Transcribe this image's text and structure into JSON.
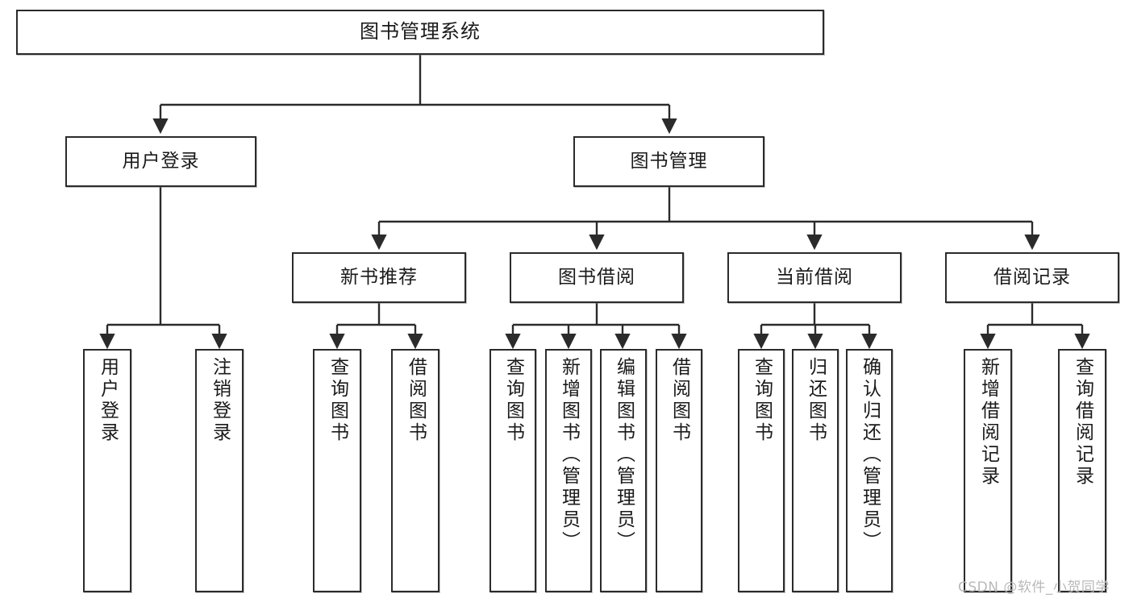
{
  "diagram": {
    "title": "图书管理系统",
    "type": "tree-hierarchy",
    "root": {
      "label": "图书管理系统"
    },
    "level2": [
      {
        "label": "用户登录"
      },
      {
        "label": "图书管理"
      }
    ],
    "level3": [
      {
        "label": "新书推荐"
      },
      {
        "label": "图书借阅"
      },
      {
        "label": "当前借阅"
      },
      {
        "label": "借阅记录"
      }
    ],
    "leaves": {
      "user_login": [
        {
          "label": "用户登录"
        },
        {
          "label": "注销登录"
        }
      ],
      "new_book_recommend": [
        {
          "label": "查询图书"
        },
        {
          "label": "借阅图书"
        }
      ],
      "book_borrow": [
        {
          "label": "查询图书"
        },
        {
          "label": "新增图书（管理员）"
        },
        {
          "label": "编辑图书（管理员）"
        },
        {
          "label": "借阅图书"
        }
      ],
      "current_borrow": [
        {
          "label": "查询图书"
        },
        {
          "label": "归还图书"
        },
        {
          "label": "确认归还（管理员）"
        }
      ],
      "borrow_records": [
        {
          "label": "新增借阅记录"
        },
        {
          "label": "查询借阅记录"
        }
      ]
    },
    "watermark": "CSDN @软件_小贺同学",
    "colors": {
      "stroke": "#2b2b2b",
      "fill": "#ffffff",
      "text": "#1a1a1a",
      "watermark": "#b9b9b9"
    }
  }
}
